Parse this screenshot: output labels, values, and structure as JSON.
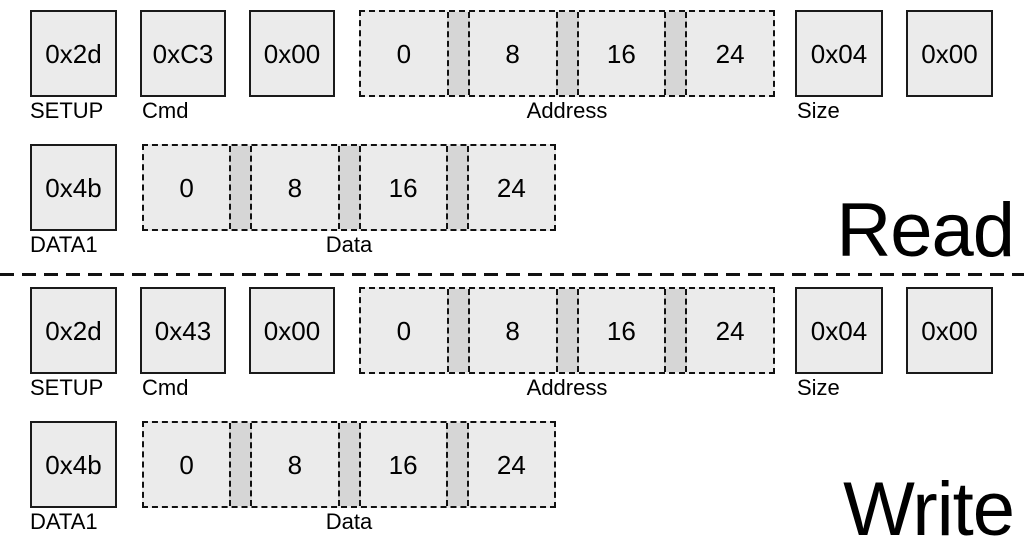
{
  "read": {
    "section_label": "Read",
    "setup": {
      "value": "0x2d",
      "label": "SETUP"
    },
    "cmd": {
      "value": "0xC3",
      "label": "Cmd"
    },
    "byte3": {
      "value": "0x00"
    },
    "address": {
      "label": "Address",
      "cells": [
        "0",
        "8",
        "16",
        "24"
      ]
    },
    "size": {
      "value": "0x04",
      "label": "Size"
    },
    "byte6": {
      "value": "0x00"
    },
    "data1": {
      "value": "0x4b",
      "label": "DATA1"
    },
    "data": {
      "label": "Data",
      "cells": [
        "0",
        "8",
        "16",
        "24"
      ]
    }
  },
  "write": {
    "section_label": "Write",
    "setup": {
      "value": "0x2d",
      "label": "SETUP"
    },
    "cmd": {
      "value": "0x43",
      "label": "Cmd"
    },
    "byte3": {
      "value": "0x00"
    },
    "address": {
      "label": "Address",
      "cells": [
        "0",
        "8",
        "16",
        "24"
      ]
    },
    "size": {
      "value": "0x04",
      "label": "Size"
    },
    "byte6": {
      "value": "0x00"
    },
    "data1": {
      "value": "0x4b",
      "label": "DATA1"
    },
    "data": {
      "label": "Data",
      "cells": [
        "0",
        "8",
        "16",
        "24"
      ]
    }
  },
  "colors": {
    "box_fill": "#ebebeb",
    "strip_fill": "#d6d6d6",
    "border": "#1a1a1a",
    "background": "#ffffff"
  }
}
